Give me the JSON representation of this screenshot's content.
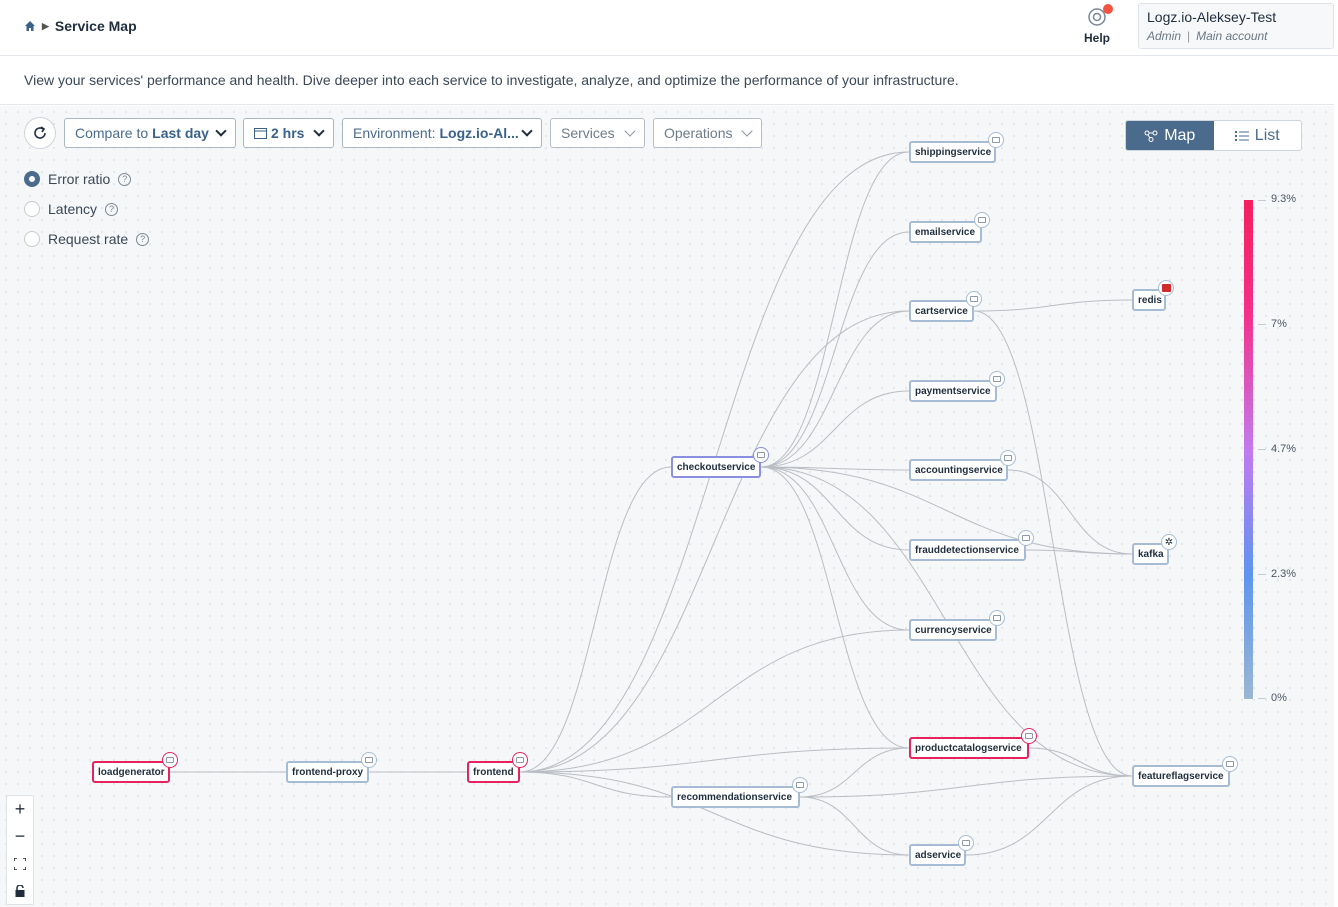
{
  "header": {
    "breadcrumb_title": "Service Map",
    "help_label": "Help",
    "account_name": "Logz.io-Aleksey-Test",
    "account_role": "Admin",
    "account_type": "Main account"
  },
  "description": "View your services' performance and health. Dive deeper into each service to investigate, analyze, and optimize the performance of your infrastructure.",
  "toolbar": {
    "compare_prefix": "Compare to",
    "compare_value": "Last day",
    "time_range": "2 hrs",
    "environment_prefix": "Environment:",
    "environment_value": "Logz.io-Al...",
    "services_label": "Services",
    "operations_label": "Operations",
    "map_label": "Map",
    "list_label": "List"
  },
  "metrics": [
    {
      "label": "Error ratio",
      "selected": true
    },
    {
      "label": "Latency",
      "selected": false
    },
    {
      "label": "Request rate",
      "selected": false
    }
  ],
  "legend": {
    "labels": [
      "9.3%",
      "7%",
      "4.7%",
      "2.3%",
      "0%"
    ],
    "colors": [
      "#f3205e",
      "#f52f87",
      "#c27af0",
      "#5e95ef",
      "#9ab7d3"
    ]
  },
  "nodes": [
    {
      "id": "loadgenerator",
      "label": "loadgenerator",
      "status": "error"
    },
    {
      "id": "frontend-proxy",
      "label": "frontend-proxy",
      "status": "normal"
    },
    {
      "id": "frontend",
      "label": "frontend",
      "status": "error"
    },
    {
      "id": "checkoutservice",
      "label": "checkoutservice",
      "status": "warning"
    },
    {
      "id": "recommendationservice",
      "label": "recommendationservice",
      "status": "normal"
    },
    {
      "id": "shippingservice",
      "label": "shippingservice",
      "status": "normal"
    },
    {
      "id": "emailservice",
      "label": "emailservice",
      "status": "normal"
    },
    {
      "id": "cartservice",
      "label": "cartservice",
      "status": "normal"
    },
    {
      "id": "paymentservice",
      "label": "paymentservice",
      "status": "normal"
    },
    {
      "id": "accountingservice",
      "label": "accountingservice",
      "status": "normal"
    },
    {
      "id": "frauddetectionservice",
      "label": "frauddetectionservice",
      "status": "normal"
    },
    {
      "id": "currencyservice",
      "label": "currencyservice",
      "status": "normal"
    },
    {
      "id": "productcatalogservice",
      "label": "productcatalogservice",
      "status": "error"
    },
    {
      "id": "adservice",
      "label": "adservice",
      "status": "normal"
    },
    {
      "id": "redis",
      "label": "redis",
      "status": "normal",
      "badge": "redis-icon"
    },
    {
      "id": "kafka",
      "label": "kafka",
      "status": "normal",
      "badge": "kafka-icon"
    },
    {
      "id": "featureflagservice",
      "label": "featureflagservice",
      "status": "normal"
    }
  ],
  "edges": [
    [
      "loadgenerator",
      "frontend-proxy"
    ],
    [
      "frontend-proxy",
      "frontend"
    ],
    [
      "frontend",
      "checkoutservice"
    ],
    [
      "frontend",
      "recommendationservice"
    ],
    [
      "frontend",
      "cartservice"
    ],
    [
      "frontend",
      "currencyservice"
    ],
    [
      "frontend",
      "productcatalogservice"
    ],
    [
      "frontend",
      "shippingservice"
    ],
    [
      "frontend",
      "adservice"
    ],
    [
      "checkoutservice",
      "shippingservice"
    ],
    [
      "checkoutservice",
      "emailservice"
    ],
    [
      "checkoutservice",
      "cartservice"
    ],
    [
      "checkoutservice",
      "paymentservice"
    ],
    [
      "checkoutservice",
      "accountingservice"
    ],
    [
      "checkoutservice",
      "frauddetectionservice"
    ],
    [
      "checkoutservice",
      "currencyservice"
    ],
    [
      "checkoutservice",
      "productcatalogservice"
    ],
    [
      "checkoutservice",
      "kafka"
    ],
    [
      "checkoutservice",
      "featureflagservice"
    ],
    [
      "cartservice",
      "redis"
    ],
    [
      "cartservice",
      "featureflagservice"
    ],
    [
      "accountingservice",
      "kafka"
    ],
    [
      "frauddetectionservice",
      "kafka"
    ],
    [
      "recommendationservice",
      "productcatalogservice"
    ],
    [
      "recommendationservice",
      "featureflagservice"
    ],
    [
      "recommendationservice",
      "adservice"
    ],
    [
      "productcatalogservice",
      "featureflagservice"
    ],
    [
      "adservice",
      "featureflagservice"
    ]
  ]
}
